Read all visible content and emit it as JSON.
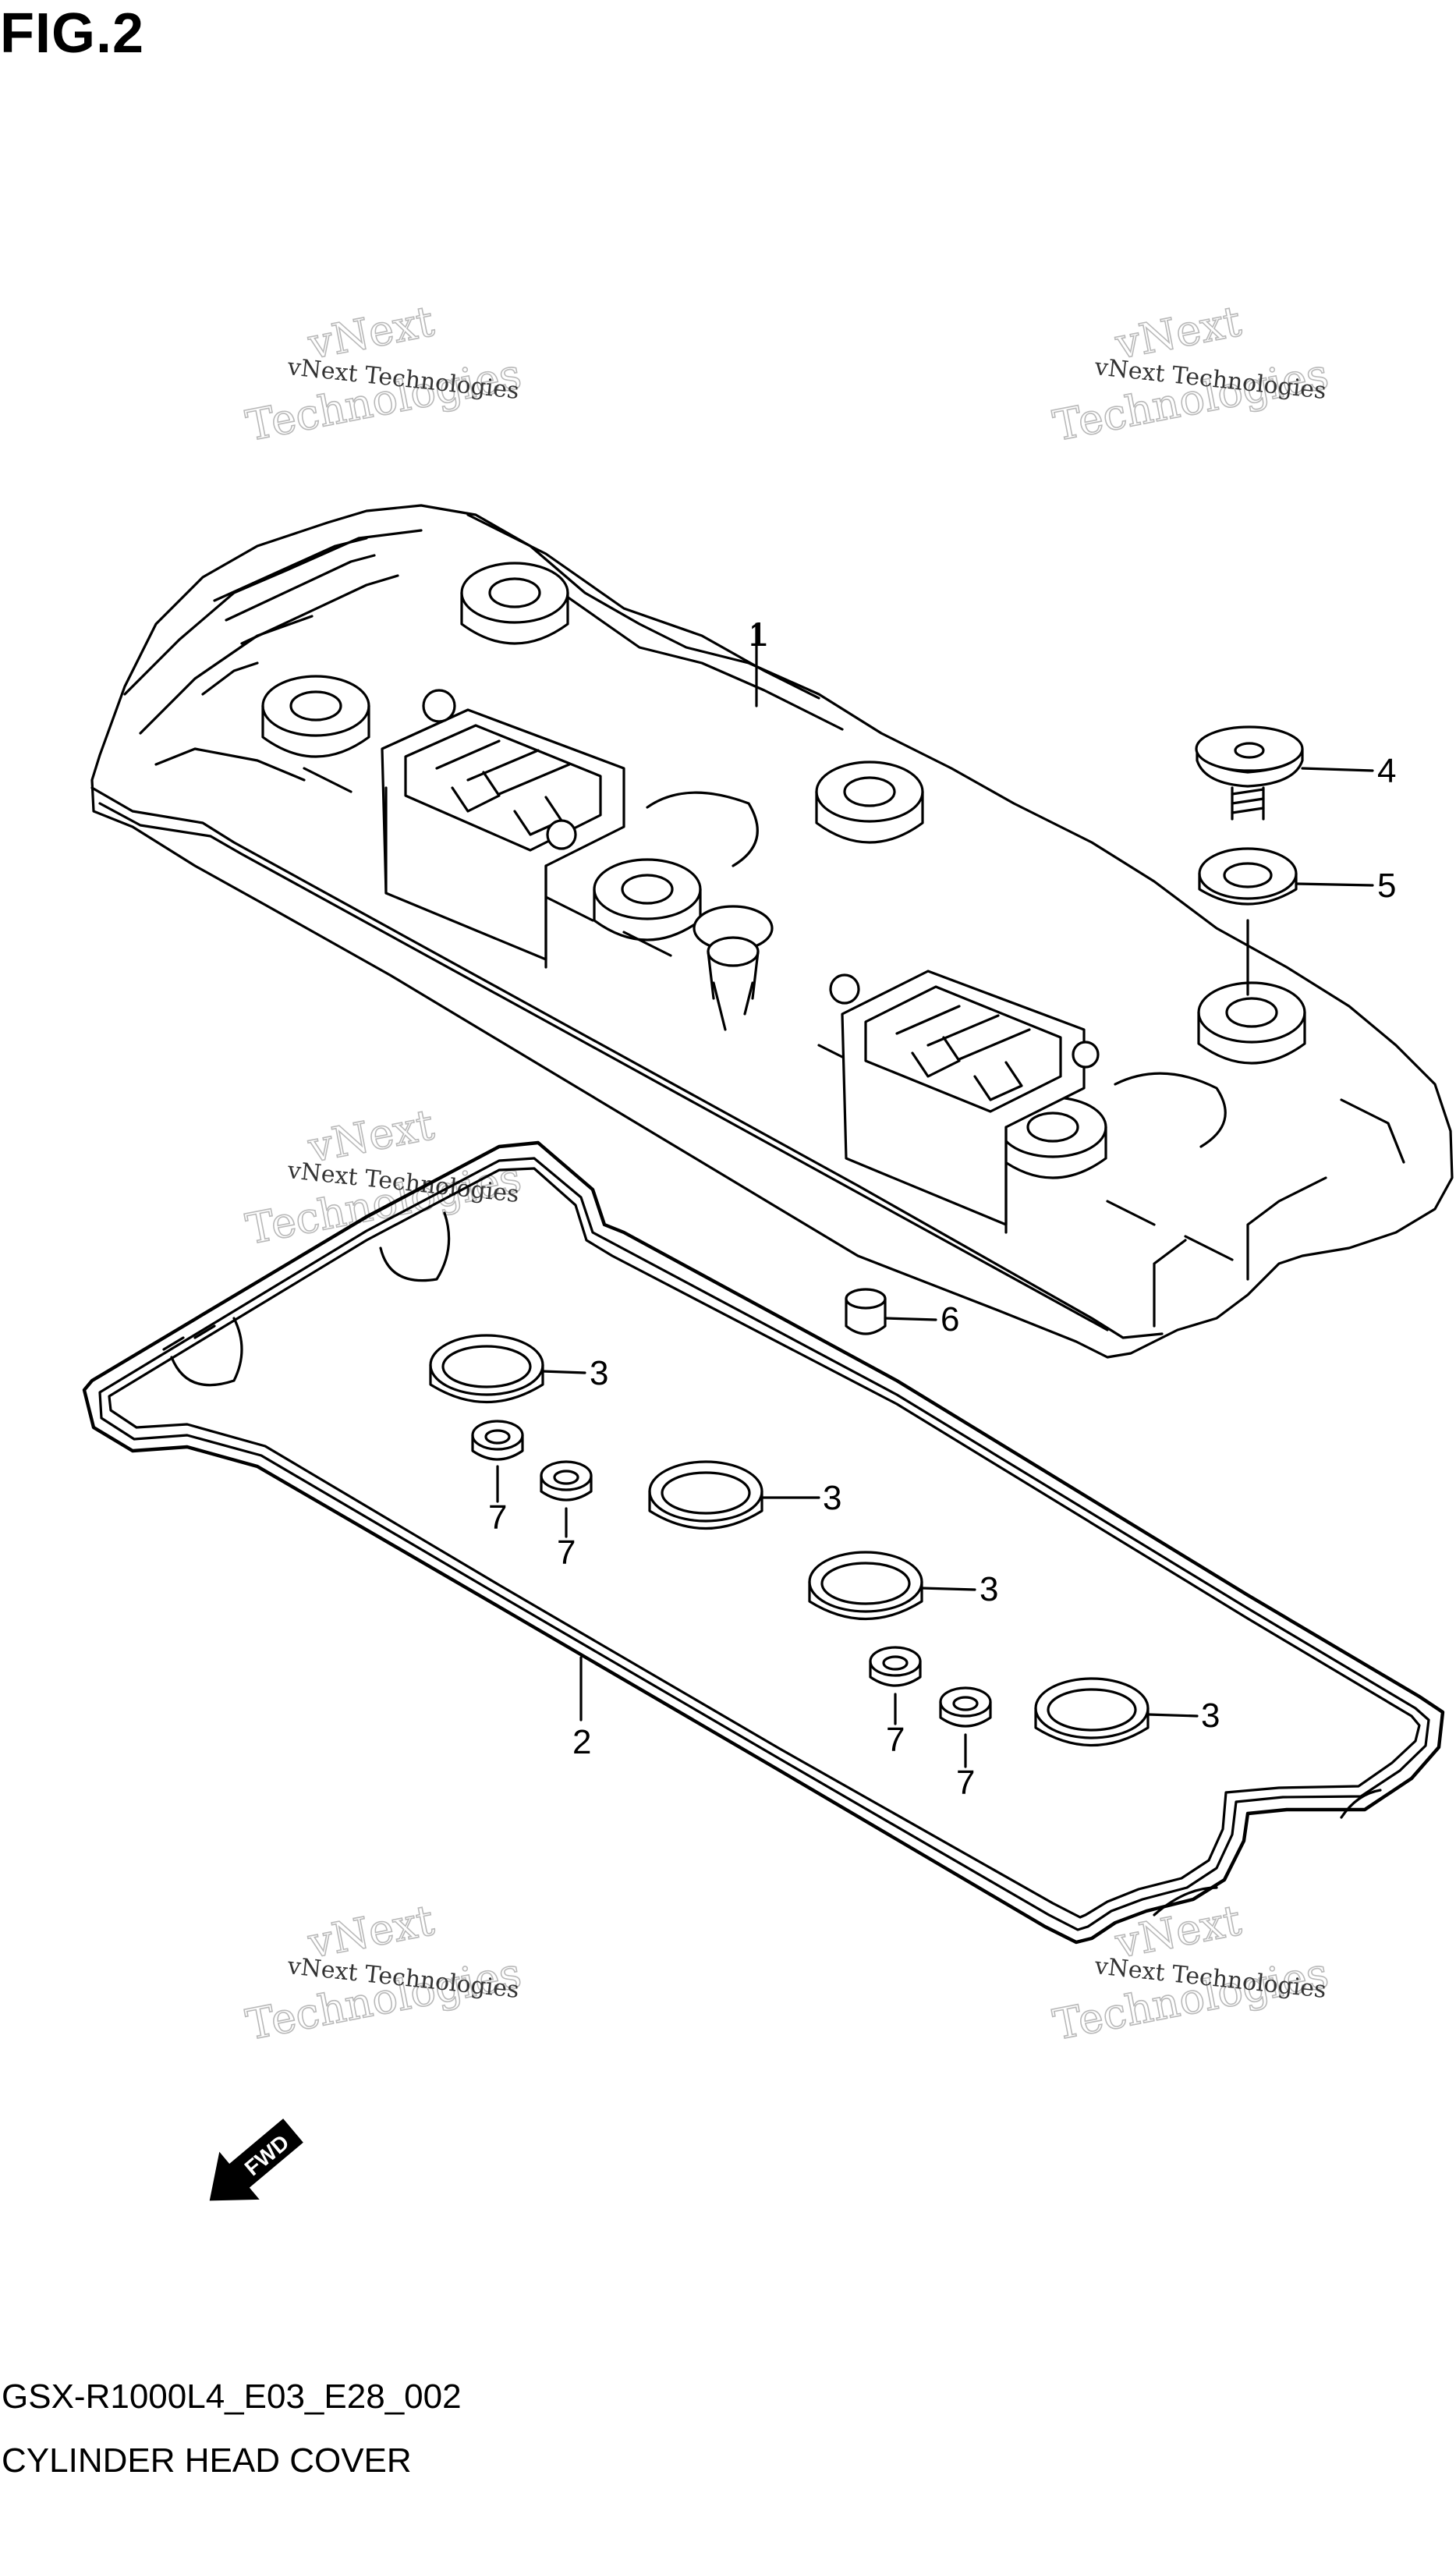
{
  "figure": {
    "title": "FIG.2"
  },
  "footer": {
    "model_code": "GSX-R1000L4_E03_E28_002",
    "section_name": "CYLINDER HEAD COVER"
  },
  "callouts": [
    {
      "id": "c1",
      "label": "1"
    },
    {
      "id": "c2",
      "label": "2"
    },
    {
      "id": "c3a",
      "label": "3"
    },
    {
      "id": "c3b",
      "label": "3"
    },
    {
      "id": "c3c",
      "label": "3"
    },
    {
      "id": "c3d",
      "label": "3"
    },
    {
      "id": "c4",
      "label": "4"
    },
    {
      "id": "c5",
      "label": "5"
    },
    {
      "id": "c6",
      "label": "6"
    },
    {
      "id": "c7a",
      "label": "7"
    },
    {
      "id": "c7b",
      "label": "7"
    },
    {
      "id": "c7c",
      "label": "7"
    },
    {
      "id": "c7d",
      "label": "7"
    }
  ],
  "watermark": {
    "line1": "vNext Technologies",
    "line2": "vNext",
    "line3": "Technologies"
  },
  "fwd_arrow": {
    "label": "FWD"
  }
}
